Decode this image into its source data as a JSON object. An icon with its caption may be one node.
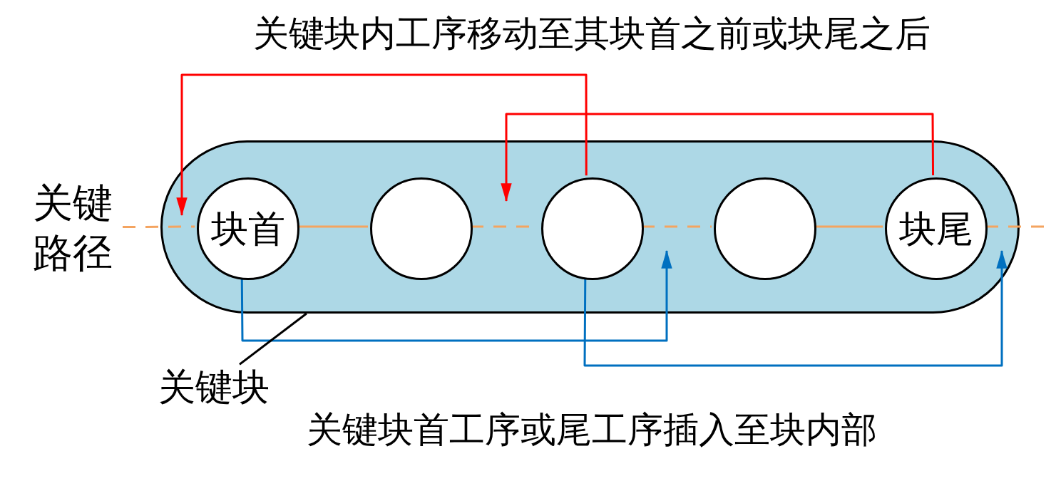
{
  "diagram": {
    "nodes": [
      {
        "text": [],
        "shape": "box"
      },
      {
        "text": [
          "块首"
        ],
        "in": 0
      },
      {
        "text": [],
        "shape": "circle",
        "in": 0
      },
      {
        "text": [],
        "shape": "circle",
        "in": 0
      },
      {
        "text": [],
        "shape": "circle",
        "in": 0
      },
      {
        "text": [
          "块尾"
        ],
        "in": 0
      },
      {
        "text": [
          "关键路径"
        ]
      },
      {
        "text": [
          "关键块"
        ]
      }
    ],
    "edges": [
      {
        "from": 6,
        "to": 1,
        "arrow": "none",
        "style": "dashed"
      },
      {
        "from": 1,
        "to": 2,
        "arrow": "none"
      },
      {
        "from": 2,
        "to": 3,
        "arrow": "none",
        "style": "dashed"
      },
      {
        "from": 3,
        "to": 4,
        "arrow": "none",
        "style": "dashed"
      },
      {
        "from": 4,
        "to": 5,
        "arrow": "none"
      },
      {
        "from": 5,
        "to": null,
        "arrow": "none",
        "style": "dashed"
      },
      {
        "from": 3,
        "to": 1,
        "arrow": "to",
        "color": "#ff0000"
      },
      {
        "from": 5,
        "to": null,
        "arrow": "to",
        "color": "#ff0000"
      },
      {
        "from": 1,
        "to": 3,
        "arrow": "to",
        "color": "#0070c0"
      },
      {
        "from": 3,
        "to": 5,
        "arrow": "to",
        "color": "#0070c0"
      },
      {
        "from": 7,
        "to": 0,
        "arrow": "none",
        "color": "#000000"
      }
    ],
    "labels": [
      "关键块内工序移动至其块首之前或块尾之后",
      "关键块首工序或尾工序插入至块内部"
    ]
  }
}
